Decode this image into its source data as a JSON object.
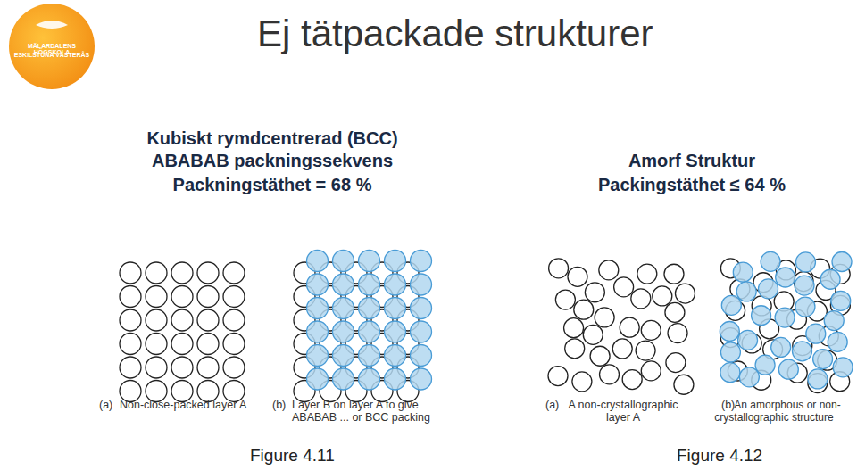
{
  "diagram": {
    "title": "Ej tätpackade strukturer",
    "labels": [
      "MÄLARDALENS HÖGSKOLA",
      "ESKILSTUNA VÄSTERÅS",
      "Kubiskt rymdcentrerad (BCC)",
      "ABABAB packningssekvens",
      "Packningstäthet = 68 %",
      "Amorf Struktur",
      "Packingstäthet ≤ 64 %",
      "(a)",
      "Non-close-packed layer A",
      "(b)",
      "Layer B on layer A to give ABABAB ... or BCC packing",
      "(a)",
      "A non-crystallographic layer A",
      "(b)",
      "An amorphous or non-crystallographic structure",
      "Figure 4.11",
      "Figure 4.12"
    ]
  }
}
